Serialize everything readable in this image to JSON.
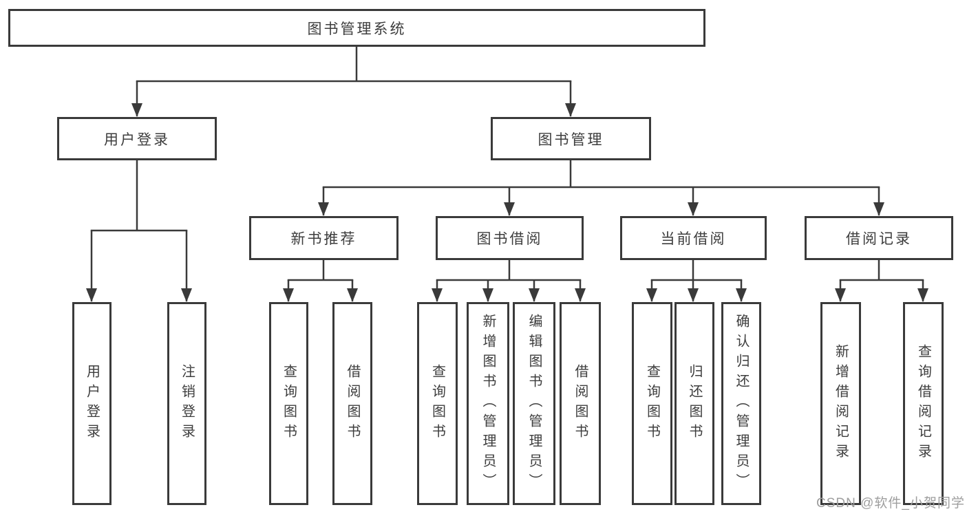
{
  "diagram": {
    "type": "hierarchy-tree",
    "root": {
      "label": "图书管理系统"
    },
    "branches": [
      {
        "label": "用户登录",
        "children": [
          {
            "label": "用户登录"
          },
          {
            "label": "注销登录"
          }
        ]
      },
      {
        "label": "图书管理",
        "children": [
          {
            "label": "新书推荐",
            "children": [
              {
                "label": "查询图书"
              },
              {
                "label": "借阅图书"
              }
            ]
          },
          {
            "label": "图书借阅",
            "children": [
              {
                "label": "查询图书"
              },
              {
                "label": "新增图书（管理员）"
              },
              {
                "label": "编辑图书（管理员）"
              },
              {
                "label": "借阅图书"
              }
            ]
          },
          {
            "label": "当前借阅",
            "children": [
              {
                "label": "查询图书"
              },
              {
                "label": "归还图书"
              },
              {
                "label": "确认归还（管理员）"
              }
            ]
          },
          {
            "label": "借阅记录",
            "children": [
              {
                "label": "新增借阅记录"
              },
              {
                "label": "查询借阅记录"
              }
            ]
          }
        ]
      }
    ]
  },
  "watermark": {
    "text": "CSDN @软件_小贺同学"
  },
  "colors": {
    "line": "#3a3a3a",
    "box_border": "#3a3a3a",
    "box_fill": "#ffffff",
    "text": "#3d3d3d",
    "watermark": "#9e9e9e",
    "background": "#ffffff"
  }
}
